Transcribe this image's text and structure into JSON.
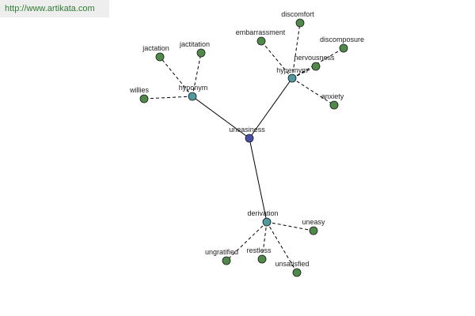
{
  "watermark": "http://www.artikata.com",
  "colors": {
    "center": "#4a4ea8",
    "relation": "#4f9aa0",
    "leaf": "#4f8a4a",
    "edge": "#000000"
  },
  "graph": {
    "center": {
      "id": "uneasiness",
      "label": "uneasiness"
    },
    "relations": [
      {
        "id": "hyponym",
        "label": "hyponym",
        "leaves": [
          {
            "id": "jactation",
            "label": "jactation"
          },
          {
            "id": "jactitation",
            "label": "jactitation"
          },
          {
            "id": "willies",
            "label": "willies"
          }
        ]
      },
      {
        "id": "hypernym",
        "label": "hypernym",
        "leaves": [
          {
            "id": "discomfort",
            "label": "discomfort"
          },
          {
            "id": "embarrassment",
            "label": "embarrassment"
          },
          {
            "id": "discomposure",
            "label": "discomposure"
          },
          {
            "id": "nervousness",
            "label": "nervousness"
          },
          {
            "id": "anxiety",
            "label": "anxiety"
          }
        ]
      },
      {
        "id": "derivation",
        "label": "derivation",
        "leaves": [
          {
            "id": "uneasy",
            "label": "uneasy"
          },
          {
            "id": "ungratified",
            "label": "ungratified"
          },
          {
            "id": "restless",
            "label": "restless"
          },
          {
            "id": "unsatisfied",
            "label": "unsatisfied"
          }
        ]
      }
    ]
  }
}
